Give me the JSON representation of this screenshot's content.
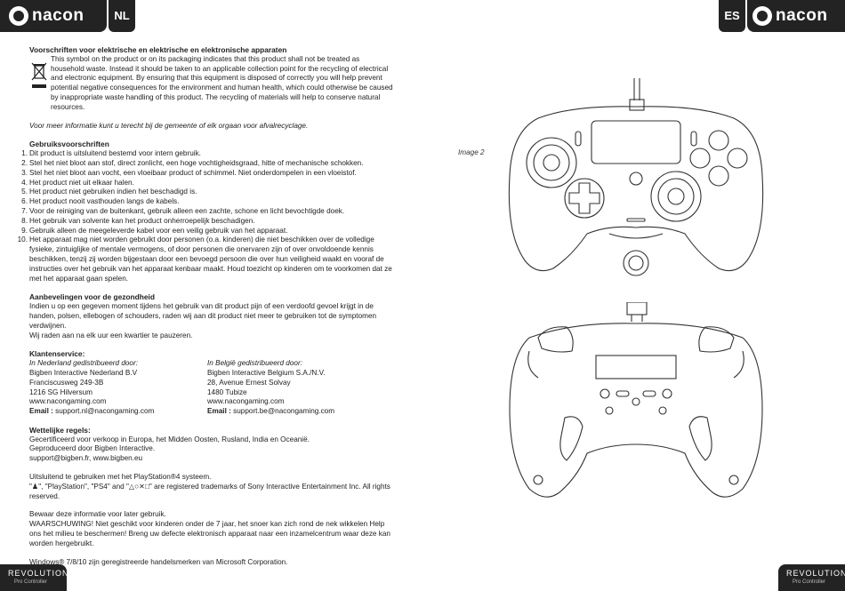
{
  "header": {
    "brand_left": "nacon",
    "lang_left": "NL",
    "lang_right": "ES",
    "brand_right": "nacon"
  },
  "footer": {
    "left_brand": "REVOLUTION",
    "left_sub": "Pro Controller",
    "right_brand": "REVOLUTION",
    "right_sub": "Pro Controller"
  },
  "sections": {
    "weee": {
      "title": "Voorschriften voor elektrische en elektrische en elektronische apparaten",
      "body": "This symbol on the product or on its packaging indicates that this product shall not be treated as household waste. Instead it should be taken to an applicable collection point for the recycling of electrical and electronic equipment. By ensuring that this equipment is disposed of correctly you will help prevent potential negative consequences for the environment and human health, which could otherwise be caused by inappropriate waste handling of this product. The recycling of materials will help to conserve natural resources.",
      "more_info": "Voor meer informatie kunt u terecht bij de gemeente of elk orgaan voor afvalrecyclage."
    },
    "usage": {
      "title": "Gebruiksvoorschriften",
      "items": [
        "Dit product is uitsluitend bestemd voor intern gebruik.",
        "Stel het niet bloot aan stof, direct zonlicht, een hoge vochtigheidsgraad, hitte of mechanische schokken.",
        "Stel het niet bloot aan vocht, een vloeibaar product of schimmel. Niet onderdompelen in een vloeistof.",
        "Het product niet uit elkaar halen.",
        "Het product niet gebruiken indien het beschadigd is.",
        "Het product nooit vasthouden langs de kabels.",
        "Voor de reiniging van de buitenkant, gebruik alleen een zachte, schone en licht bevochtigde doek.",
        "Het gebruik van solvente kan het product onherroepelijk beschadigen.",
        "Gebruik alleen de meegeleverde kabel voor een veilig gebruik van het apparaat.",
        "Het apparaat mag niet worden gebruikt door personen (o.a. kinderen) die niet beschikken over de volledige fysieke, zintuiglijke of mentale vermogens, of door personen die onervaren zijn of over onvoldoende kennis beschikken, tenzij zij worden bijgestaan door een bevoegd persoon die over hun veiligheid waakt en vooraf de instructies over het gebruik van het apparaat kenbaar maakt. Houd toezicht op kinderen om te    voorkomen dat ze met het apparaat gaan spelen."
      ]
    },
    "health": {
      "title": "Aanbevelingen voor de gezondheid",
      "body": "Indien u op een gegeven moment tijdens het gebruik van dit product pijn of een verdoofd gevoel krijgt in de handen, polsen, ellebogen of schouders, raden wij aan dit product niet meer te gebruiken tot de symptomen verdwijnen.",
      "body2": "Wij raden aan na elk uur een kwartier te pauzeren."
    },
    "service": {
      "title": "Klantenservice:",
      "nl": {
        "heading": "In Nederland gedistribueerd door:",
        "line1": "Bigben Interactive Nederland B.V",
        "line2": "Franciscusweg 249-3B",
        "line3": "1216 SG Hilversum",
        "line4": "www.nacongaming.com",
        "email_label": "Email :",
        "email": "support.nl@nacongaming.com"
      },
      "be": {
        "heading": "In België gedistribueerd door:",
        "line1": "Bigben Interactive Belgium S.A./N.V.",
        "line2": "28, Avenue Ernest Solvay",
        "line3": "1480 Tubize",
        "line4": "www.nacongaming.com",
        "email_label": "Email :",
        "email": "support.be@nacongaming.com"
      }
    },
    "legal": {
      "title": "Wettelijke regels:",
      "line1": "Gecertificeerd voor verkoop in Europa, het Midden Oosten, Rusland, India en Oceanië.",
      "line2": "Geproduceerd door Bigben Interactive.",
      "line3": "support@bigben.fr, www.bigben.eu"
    },
    "ps4": {
      "line1": "Uitsluitend te gebruiken met het PlayStation®4 systeem.",
      "line2": "\"♟\", \"PlayStation\", \"PS4\" and \"△○✕□\" are registered trademarks of Sony Interactive Entertainment Inc. All rights reserved."
    },
    "warning": {
      "line1": "Bewaar deze informatie voor later gebruik.",
      "line2": "WAARSCHUWING! Niet geschikt voor kinderen onder de 7 jaar, het snoer kan zich rond de nek wikkelen Help ons het milieu te beschermen! Breng uw defecte elektronisch apparaat naar een inzamelcentrum waar deze kan worden hergebruikt."
    },
    "windows": {
      "line1": "Windows® 7/8/10 zijn geregistreerde handelsmerken van Microsoft Corporation."
    }
  },
  "image_label": "Image 2"
}
